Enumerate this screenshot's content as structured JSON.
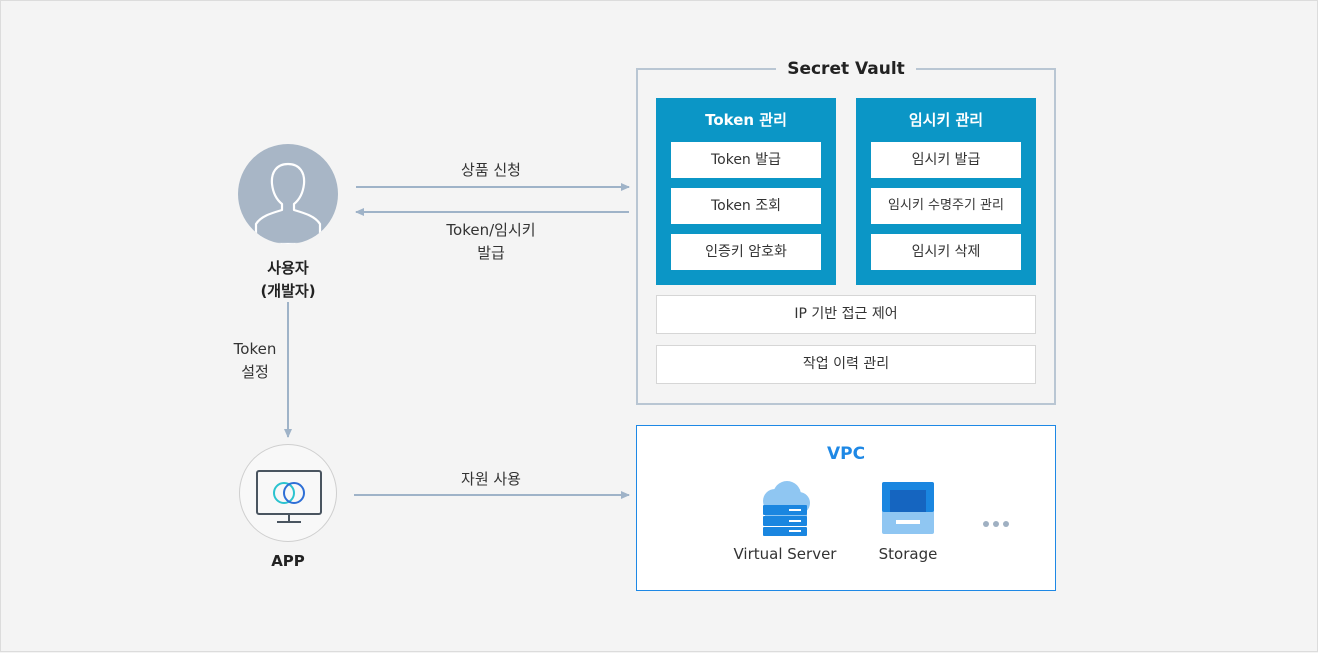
{
  "user": {
    "line1": "사용자",
    "line2": "(개발자)"
  },
  "app": {
    "label": "APP"
  },
  "arrows": {
    "apply": "상품 신청",
    "issue_line1": "Token/임시키",
    "issue_line2": "발급",
    "token_set_line1": "Token",
    "token_set_line2": "설정",
    "use_resource": "자원 사용"
  },
  "vault": {
    "title": "Secret Vault",
    "token_panel": {
      "title": "Token 관리",
      "items": [
        "Token 발급",
        "Token 조회",
        "인증키 암호화"
      ]
    },
    "temp_panel": {
      "title": "임시키 관리",
      "items": [
        "임시키 발급",
        "임시키 수명주기 관리",
        "임시키 삭제"
      ]
    },
    "ip_control": "IP 기반 접근 제어",
    "history": "작업 이력 관리"
  },
  "vpc": {
    "title": "VPC",
    "virtual_server": "Virtual Server",
    "storage": "Storage"
  },
  "colors": {
    "background": "#f4f4f4",
    "panel_blue": "#0b96c6",
    "vpc_blue": "#1e88e5",
    "arrow": "#9fb3c8",
    "vault_border": "#b9c6d3"
  }
}
